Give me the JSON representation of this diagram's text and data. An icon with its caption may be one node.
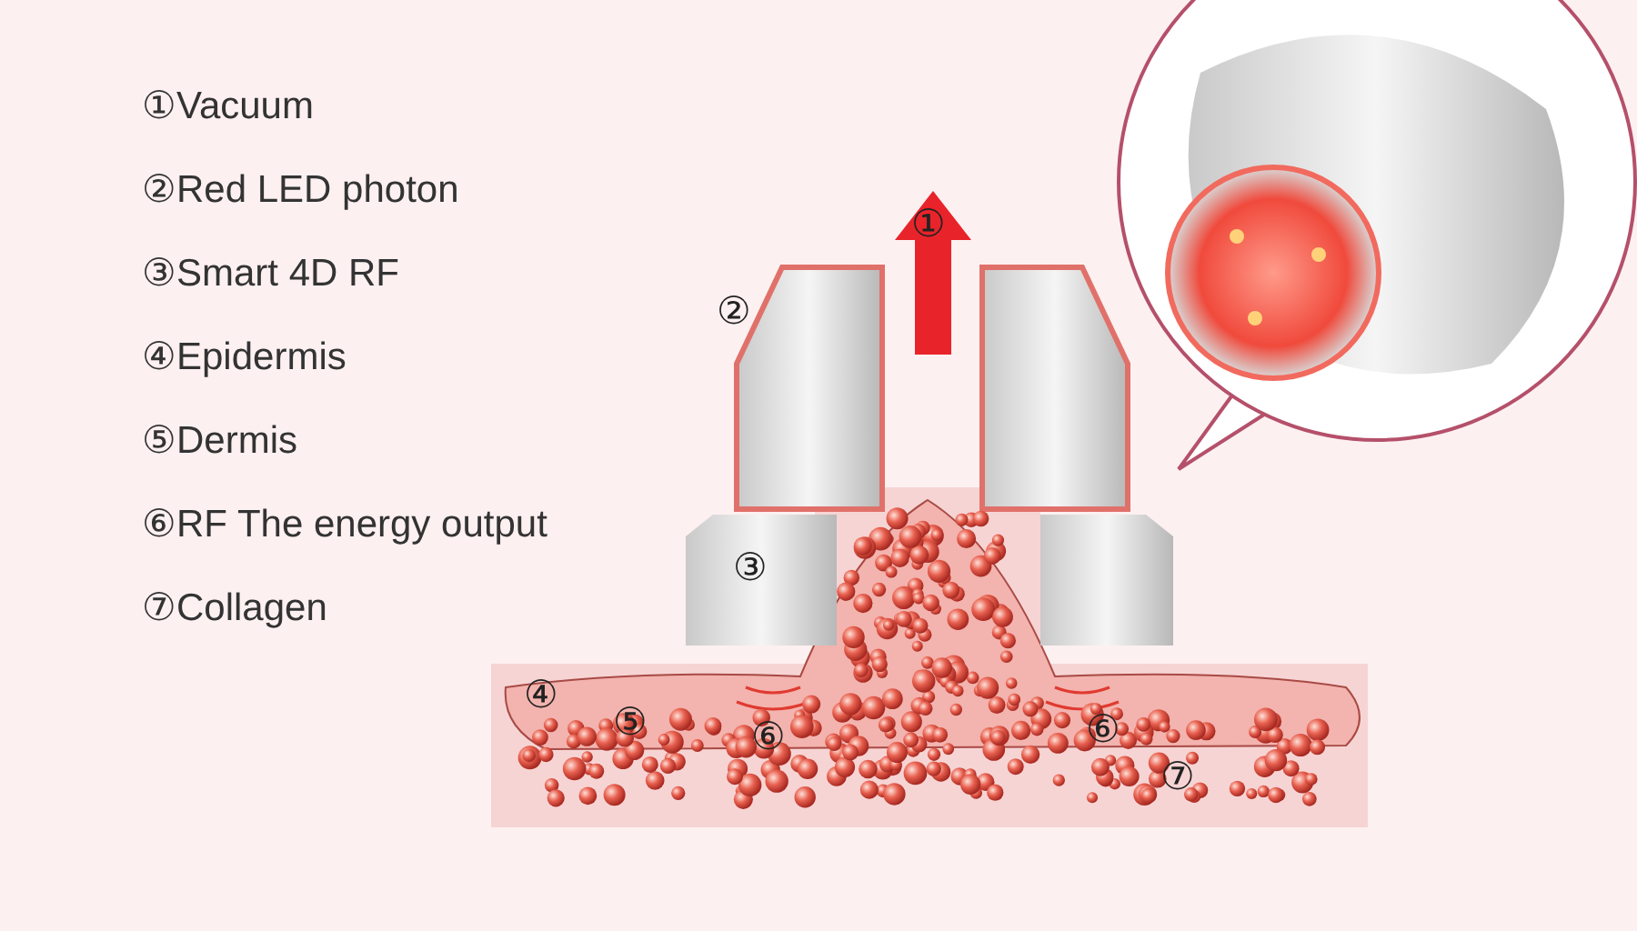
{
  "diagram": {
    "labels": [
      "①Vacuum",
      "②Red LED photon",
      "③Smart 4D RF",
      "④Epidermis",
      "⑤Dermis",
      "⑥RF The energy output",
      "⑦Collagen",
      "①",
      "②",
      "③",
      "④",
      "⑤",
      "⑥",
      "⑥",
      "⑦"
    ]
  }
}
